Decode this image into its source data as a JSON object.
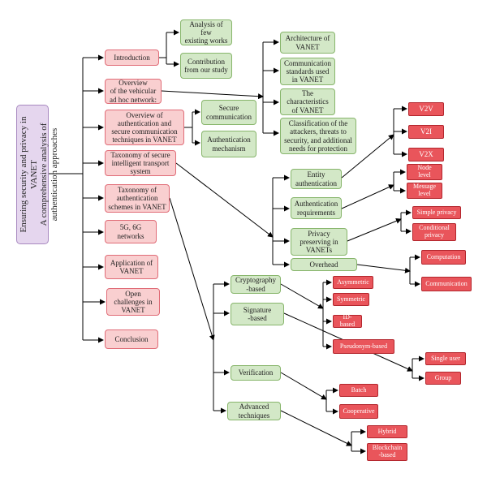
{
  "root": "Ensuring security and privacy in VANET\nA comprehensive analysis of\nauthentication approaches",
  "level1": [
    "Introduction",
    "Overview\nof the vehicular\nad hoc network:",
    "Overview of\nauthentication and\nsecure communication\ntechniques in VANET",
    "Taxonomy of secure\nintelligent transport\nsystem",
    "Taxonomy of\nauthentication\nschemes in VANET",
    "5G, 6G\nnetworks",
    "Application of\nVANET",
    "Open\nchallenges in\nVANET",
    "Conclusion"
  ],
  "intro_children": [
    "Analysis of few\nexisting works",
    "Contribution\nfrom our study"
  ],
  "vanet_children": [
    "Architecture of\nVANET",
    "Communication\nstandards used\nin VANET",
    "The\ncharacteristics\nof VANET",
    "Classification of the\nattackers, threats to\nsecurity, and additional\nneeds for protection"
  ],
  "auth_children": [
    "Secure\ncommunication",
    "Authentication\nmechanism"
  ],
  "its_children": [
    "Entity\nauthentication",
    "Authentication\nrequirements",
    "Privacy\npreserving in\nVANETs",
    "Overhead"
  ],
  "entity_leaves": [
    "V2V",
    "V2I",
    "V2X"
  ],
  "req_leaves": [
    "Node\nlevel",
    "Message\nlevel"
  ],
  "privacy_leaves": [
    "Simple privacy",
    "Conditional\nprivacy"
  ],
  "overhead_leaves": [
    "Computation",
    "Communication"
  ],
  "scheme_children": [
    "Cryptography\n-based",
    "Signature\n-based",
    "Verification",
    "Advanced\ntechniques"
  ],
  "crypto_leaves": [
    "Asymmetric",
    "Symmetric",
    "ID-based",
    "Pseudonym-based"
  ],
  "signature_leaves": [
    "Single user",
    "Group"
  ],
  "verification_leaves": [
    "Batch",
    "Cooperative"
  ],
  "advanced_leaves": [
    "Hybrid",
    "Blockchain\n-based"
  ],
  "colors": {
    "level1": "#f9cfd0",
    "subtopic": "#d3e8c7",
    "leaf": "#e9555b",
    "root": "#e5d6ee",
    "line": "#000000"
  }
}
